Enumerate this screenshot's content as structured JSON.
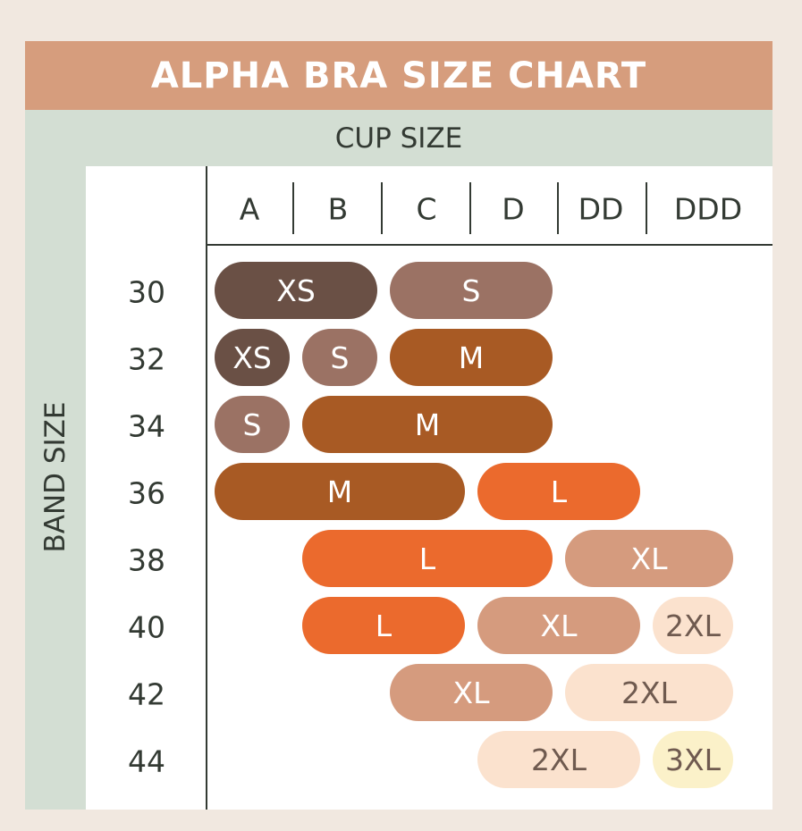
{
  "chart_data": {
    "type": "table",
    "title": "ALPHA BRA SIZE CHART",
    "xlabel": "CUP SIZE",
    "ylabel": "BAND SIZE",
    "cup_sizes": [
      "A",
      "B",
      "C",
      "D",
      "DD",
      "DDD"
    ],
    "band_sizes": [
      "30",
      "32",
      "34",
      "36",
      "38",
      "40",
      "42",
      "44"
    ],
    "sizes": [
      {
        "band": "30",
        "size": "XS",
        "from": "A",
        "to": "B"
      },
      {
        "band": "30",
        "size": "S",
        "from": "C",
        "to": "D"
      },
      {
        "band": "32",
        "size": "XS",
        "from": "A",
        "to": "A"
      },
      {
        "band": "32",
        "size": "S",
        "from": "B",
        "to": "B"
      },
      {
        "band": "32",
        "size": "M",
        "from": "C",
        "to": "D"
      },
      {
        "band": "34",
        "size": "S",
        "from": "A",
        "to": "A"
      },
      {
        "band": "34",
        "size": "M",
        "from": "B",
        "to": "D"
      },
      {
        "band": "36",
        "size": "M",
        "from": "A",
        "to": "C"
      },
      {
        "band": "36",
        "size": "L",
        "from": "D",
        "to": "DD"
      },
      {
        "band": "38",
        "size": "L",
        "from": "B",
        "to": "D"
      },
      {
        "band": "38",
        "size": "XL",
        "from": "DD",
        "to": "DDD"
      },
      {
        "band": "40",
        "size": "L",
        "from": "B",
        "to": "C"
      },
      {
        "band": "40",
        "size": "XL",
        "from": "D",
        "to": "DD"
      },
      {
        "band": "40",
        "size": "2XL",
        "from": "DDD",
        "to": "DDD"
      },
      {
        "band": "42",
        "size": "XL",
        "from": "C",
        "to": "D"
      },
      {
        "band": "42",
        "size": "2XL",
        "from": "DD",
        "to": "DDD"
      },
      {
        "band": "44",
        "size": "2XL",
        "from": "D",
        "to": "DD"
      },
      {
        "band": "44",
        "size": "3XL",
        "from": "DDD",
        "to": "DDD"
      }
    ],
    "colors": {
      "XS": {
        "bg": "#6a5045",
        "fg": "#ffffff"
      },
      "S": {
        "bg": "#9b7264",
        "fg": "#ffffff"
      },
      "M": {
        "bg": "#a85a24",
        "fg": "#ffffff"
      },
      "L": {
        "bg": "#eb6a2d",
        "fg": "#ffffff"
      },
      "XL": {
        "bg": "#d59b7e",
        "fg": "#ffffff"
      },
      "2XL": {
        "bg": "#fbe2ce",
        "fg": "#6f5a4f"
      },
      "3XL": {
        "bg": "#fbf1c9",
        "fg": "#6f5a4f"
      }
    }
  }
}
